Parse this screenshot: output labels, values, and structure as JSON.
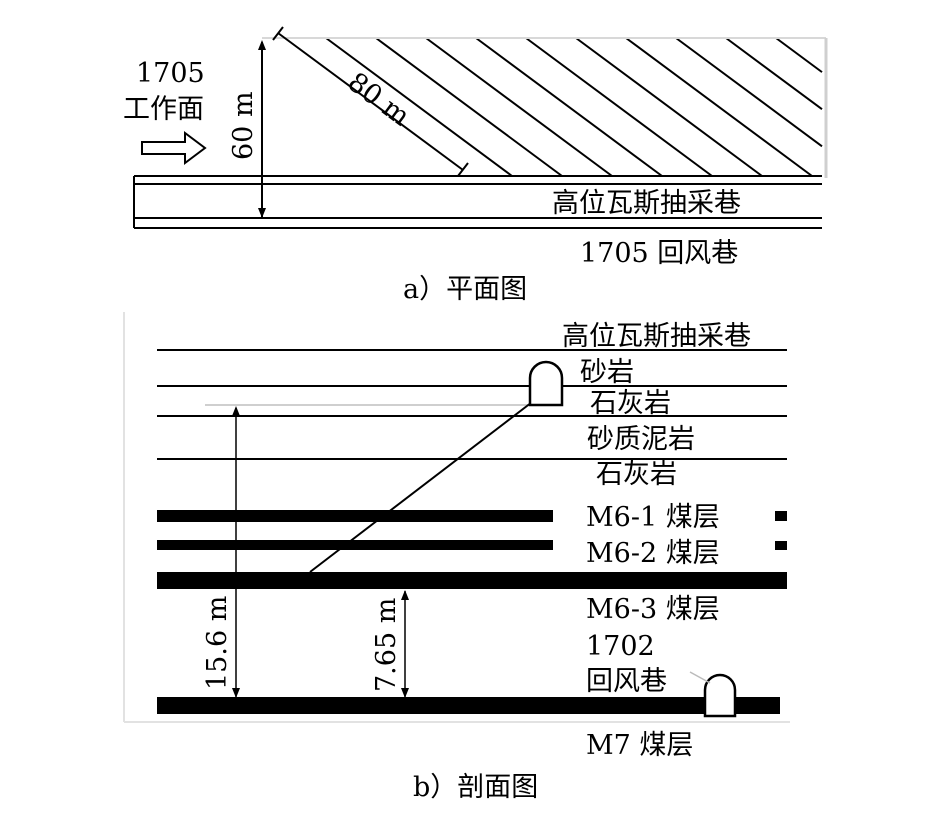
{
  "plan": {
    "caption": "a）平面图",
    "face_number": "1705",
    "face_name": "工作面",
    "dim_vertical": "60 m",
    "dim_diagonal": "80 m",
    "roadway_high": "高位瓦斯抽采巷",
    "roadway_return": "1705 回风巷"
  },
  "section": {
    "caption": "b）剖面图",
    "roadway_high": "高位瓦斯抽采巷",
    "layers": [
      "砂岩",
      "石灰岩",
      "砂质泥岩",
      "石灰岩"
    ],
    "seams": [
      "M6-1 煤层",
      "M6-2 煤层",
      "M6-3 煤层"
    ],
    "return_number": "1702",
    "return_name": "回风巷",
    "seam_bottom": "M7 煤层",
    "dim_left": "15.6 m",
    "dim_mid": "7.65 m"
  }
}
